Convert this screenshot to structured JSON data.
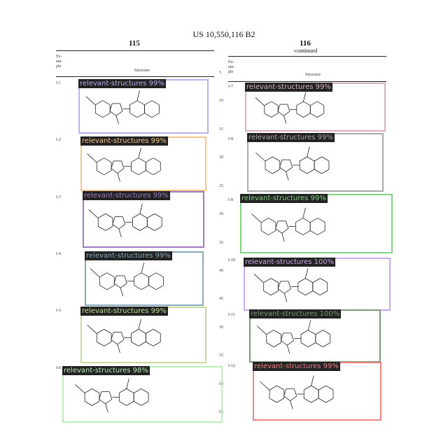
{
  "header": {
    "patent_number": "US 10,550,116 B2",
    "left_page": "115",
    "right_page": "116",
    "continued": "-continued"
  },
  "columns": {
    "left": {
      "example_lines": [
        "Ex-",
        "am-",
        "ple"
      ],
      "structure_label": "Structure"
    },
    "right": {
      "example_lines": [
        "Ex-",
        "am-",
        "ple"
      ],
      "structure_label": "Structure"
    }
  },
  "line_numbers": [
    "5",
    "10",
    "15",
    "20",
    "25",
    "30",
    "35",
    "40",
    "45",
    "50",
    "55",
    "60",
    "65"
  ],
  "examples": [
    {
      "id": "I-1",
      "label": "relevant-structures 99%",
      "color": "#b3b3f0"
    },
    {
      "id": "I-2",
      "label": "relevant-structures 99%",
      "color": "#f5c48c"
    },
    {
      "id": "I-3",
      "label": "relevant-structures 99%",
      "color": "#a07ac0"
    },
    {
      "id": "I-4",
      "label": "relevant-structures 99%",
      "color": "#88a8bc"
    },
    {
      "id": "I-5",
      "label": "relevant-structures 99%",
      "color": "#c8dc98"
    },
    {
      "id": "I-6",
      "label": "relevant-structures 98%",
      "color": "#b8f0b8"
    },
    {
      "id": "I-7",
      "label": "relevant-structures 99%",
      "color": "#d8b0bc"
    },
    {
      "id": "I-8",
      "label": "relevant-structures 99%",
      "color": "#aaaaaa"
    },
    {
      "id": "I-9",
      "label": "relevant-structures 99%",
      "color": "#84d084"
    },
    {
      "id": "I-10",
      "label": "relevant-structures 100%",
      "color": "#d0a8f0"
    },
    {
      "id": "I-11",
      "label": "relevant-structures 100%",
      "color": "#7c9878"
    },
    {
      "id": "I-12",
      "label": "relevant-structures 99%",
      "color": "#ec8484"
    }
  ]
}
